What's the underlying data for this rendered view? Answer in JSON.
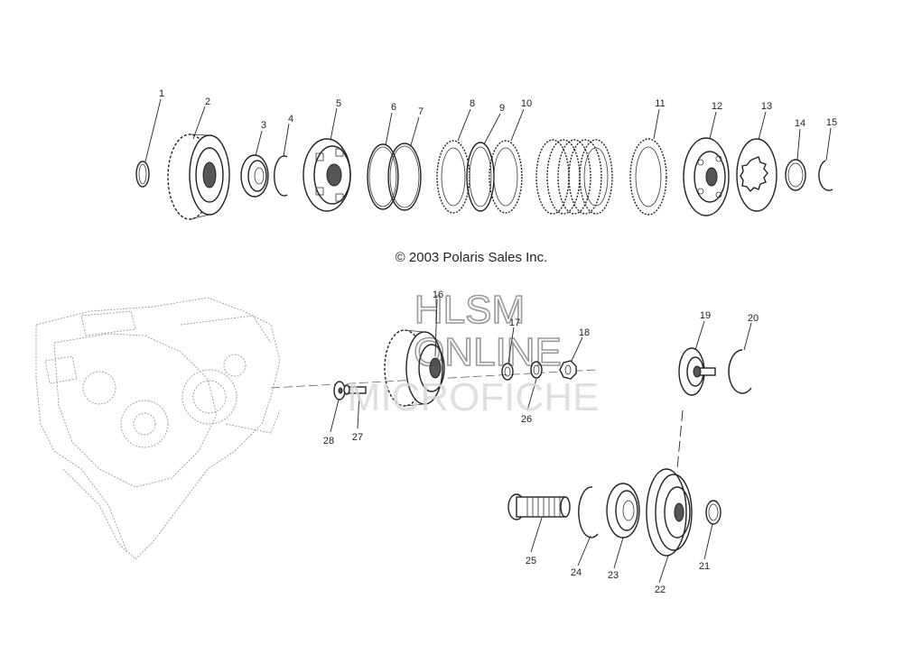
{
  "copyright": "© 2003 Polaris Sales Inc.",
  "watermark": {
    "line1": "HLSM",
    "line2": "ONLINE",
    "line3": "MICROFICHE"
  },
  "callouts": [
    "1",
    "2",
    "3",
    "4",
    "5",
    "6",
    "7",
    "8",
    "9",
    "10",
    "11",
    "12",
    "13",
    "14",
    "15",
    "16",
    "17",
    "18",
    "19",
    "20",
    "21",
    "22",
    "23",
    "24",
    "25",
    "26",
    "27",
    "28"
  ]
}
